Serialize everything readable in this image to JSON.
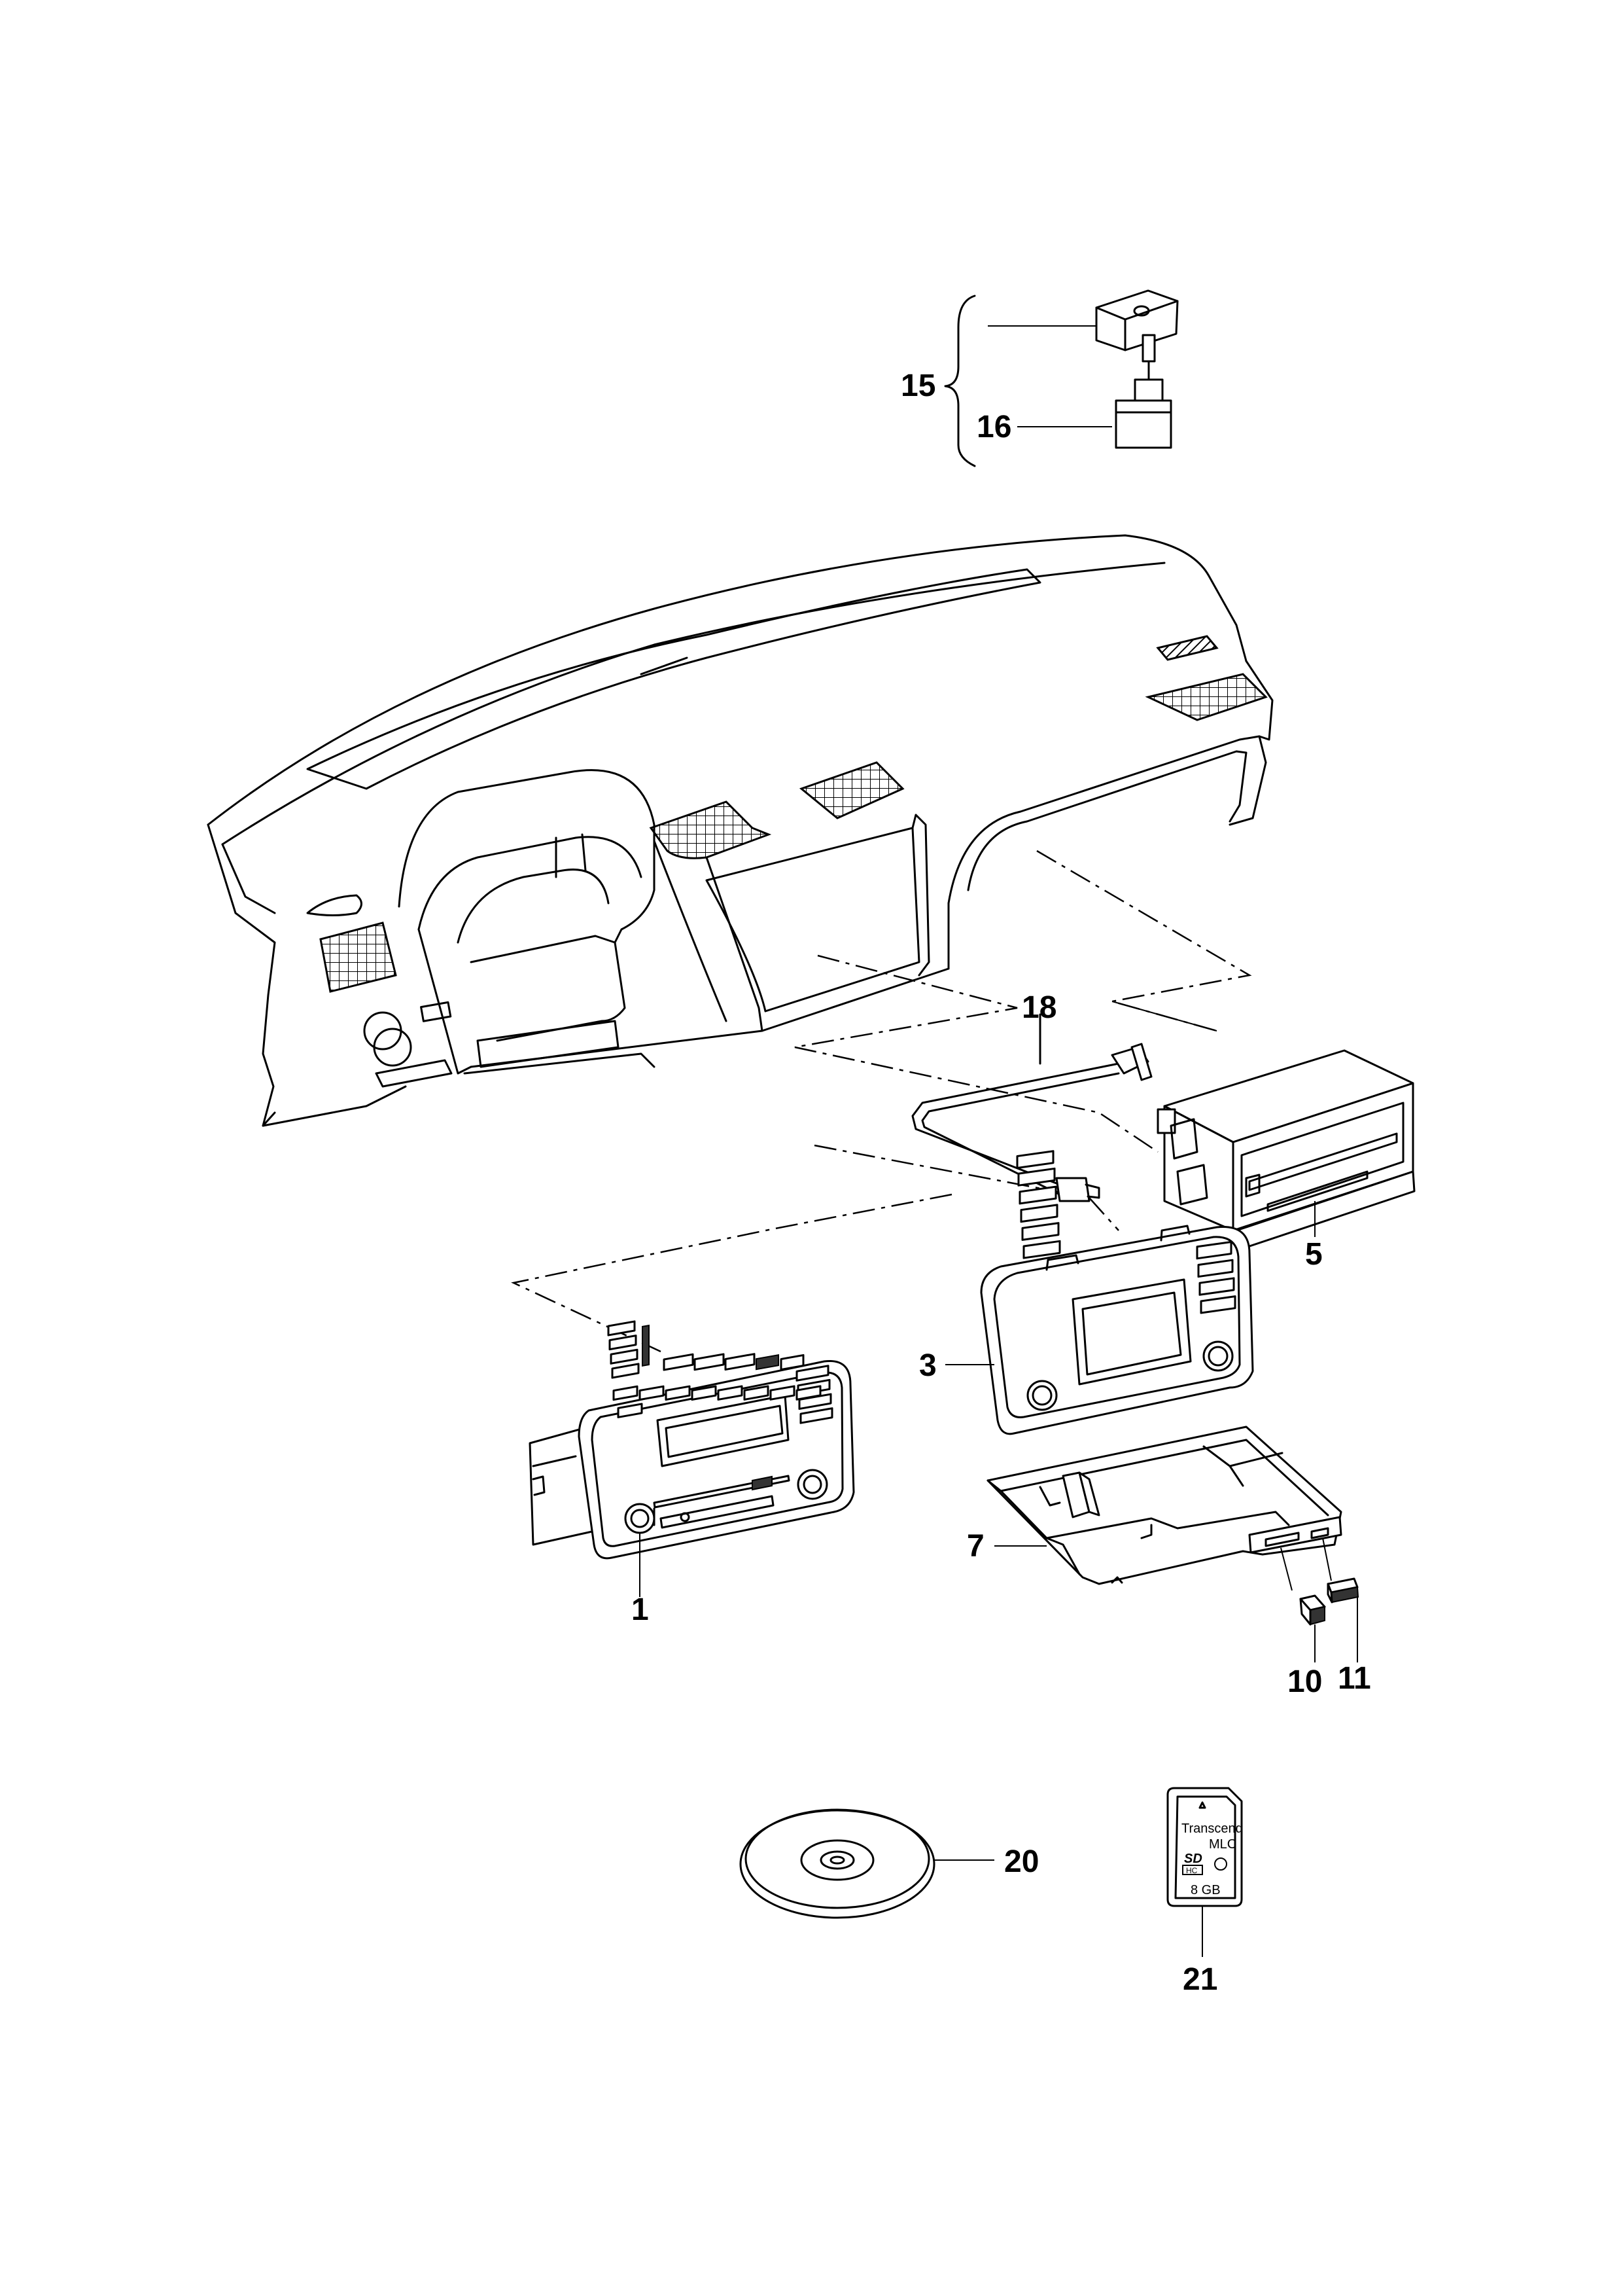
{
  "callouts": {
    "c1": "1",
    "c3": "3",
    "c5": "5",
    "c7": "7",
    "c10": "10",
    "c11": "11",
    "c15": "15",
    "c16": "16",
    "c18": "18",
    "c20": "20",
    "c21": "21"
  },
  "sd_card": {
    "brand": "Transcend",
    "type": "MLC",
    "logo": "SD",
    "class": "HC",
    "capacity": "8 GB"
  },
  "colors": {
    "line": "#000000",
    "background": "#ffffff"
  }
}
